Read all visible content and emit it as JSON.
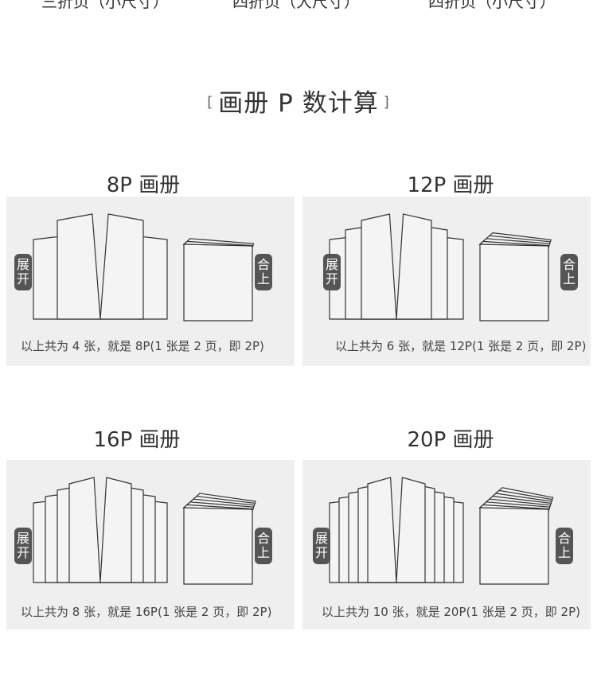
{
  "top_labels": [
    "三折页（小尺寸）",
    "四折页（大尺寸）",
    "四折页（小尺寸）"
  ],
  "section": {
    "open": "[",
    "title": "画册 P 数计算",
    "close": "]"
  },
  "cards": [
    {
      "title": "8P 画册",
      "open_tag": [
        "展",
        "开"
      ],
      "close_tag": [
        "合",
        "上"
      ],
      "caption": "以上共为 4 张，就是 8P(1 张是 2 页，即 2P)"
    },
    {
      "title": "12P 画册",
      "open_tag": [
        "展",
        "开"
      ],
      "close_tag": [
        "合",
        "上"
      ],
      "caption": "以上共为 6 张，就是 12P(1 张是 2 页，即 2P)"
    },
    {
      "title": "16P 画册",
      "open_tag": [
        "展",
        "开"
      ],
      "close_tag": [
        "合",
        "上"
      ],
      "caption": "以上共为 8 张，就是 16P(1 张是 2 页，即 2P)"
    },
    {
      "title": "20P 画册",
      "open_tag": [
        "展",
        "开"
      ],
      "close_tag": [
        "合",
        "上"
      ],
      "caption": "以上共为 10 张，就是 20P(1 张是 2 页，即 2P)"
    }
  ],
  "colors": {
    "panel": "#efefef",
    "tag": "#555555",
    "stroke": "#333333",
    "page": "#f4f4f4"
  }
}
